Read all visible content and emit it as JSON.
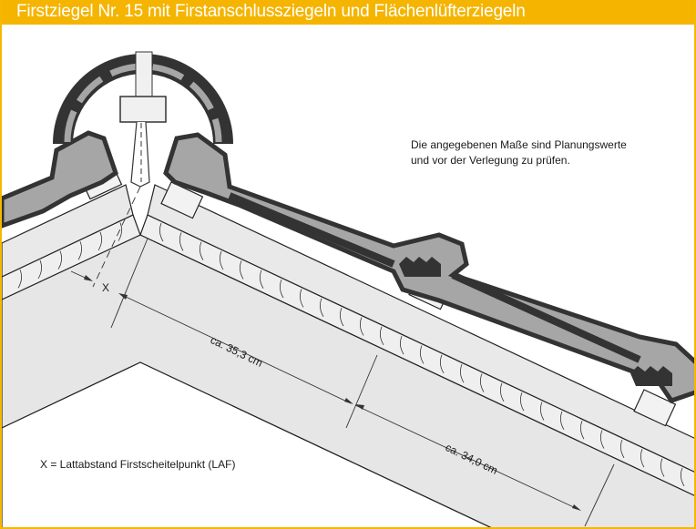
{
  "header": {
    "title": "Firstziegel Nr. 15 mit Firstanschlussziegeln und Flächenlüfterziegeln"
  },
  "notes": {
    "line1": "Die angegebenen Maße sind Planungswerte",
    "line2": "und vor der Verlegung zu prüfen."
  },
  "dimensions": {
    "x_mark": "X",
    "first_spacing": "ca. 35,3 cm",
    "batten_spacing": "ca. 34,0 cm"
  },
  "legend": {
    "x_definition": "X = Lattabstand Firstscheitelpunkt (LAF)"
  },
  "colors": {
    "accent": "#f5b400",
    "tile_dark": "#333333",
    "tile_gray": "#a6a6a6",
    "timber": "#e8e8e8"
  }
}
